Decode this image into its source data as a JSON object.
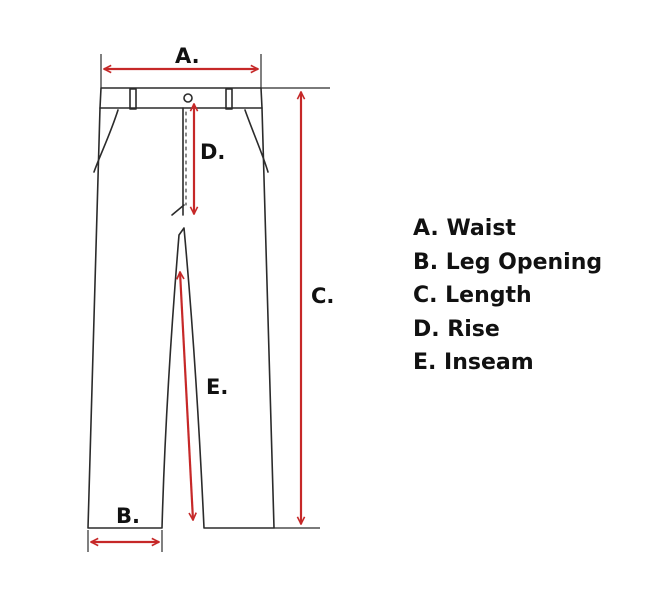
{
  "colors": {
    "arrow": "#c62828",
    "outline": "#2b2b2b",
    "text": "#111111",
    "background": "#ffffff"
  },
  "callouts": {
    "a": "A.",
    "b": "B.",
    "c": "C.",
    "d": "D.",
    "e": "E."
  },
  "legend": [
    {
      "label": "A. Waist"
    },
    {
      "label": "B. Leg Opening"
    },
    {
      "label": "C. Length"
    },
    {
      "label": "D. Rise"
    },
    {
      "label": "E. Inseam"
    }
  ]
}
